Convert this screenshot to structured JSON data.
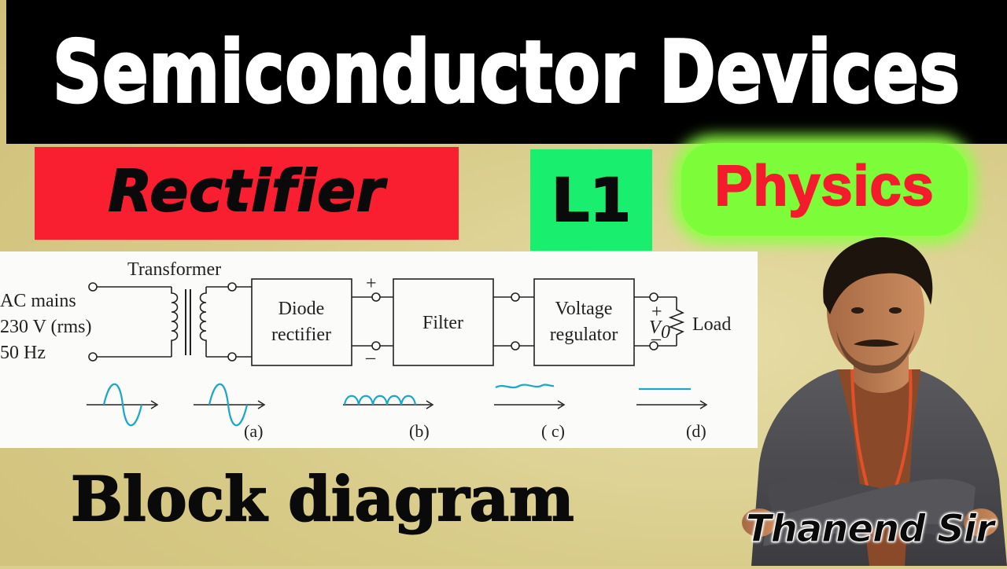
{
  "title": "Semiconductor Devices",
  "topic": "Rectifier",
  "lecture": "L1",
  "subject": "Physics",
  "heading": "Block diagram",
  "presenter": "Thanend Sir",
  "diagram": {
    "input_label": [
      "AC mains",
      "230 V (rms)",
      "50 Hz"
    ],
    "transformer_label": "Transformer",
    "blocks": [
      {
        "lines": [
          "Diode",
          "rectifier"
        ]
      },
      {
        "lines": [
          "Filter"
        ]
      },
      {
        "lines": [
          "Voltage",
          "regulator"
        ]
      }
    ],
    "plus_sign": "+",
    "minus_sign": "–",
    "output_label": "V",
    "output_subscript": "0",
    "load_label": "Load",
    "waveform_labels": [
      "(a)",
      "(b)",
      "( c)",
      "(d)"
    ]
  },
  "colors": {
    "title_bg": "#000000",
    "rectifier_bg": "#f91f30",
    "l1_bg": "#19ee6e",
    "physics_bg": "#7dfc3a",
    "physics_text": "#f41b2c",
    "waveform": "#1ba7c8"
  },
  "icons": {
    "presenter_photo": "person-photo"
  }
}
